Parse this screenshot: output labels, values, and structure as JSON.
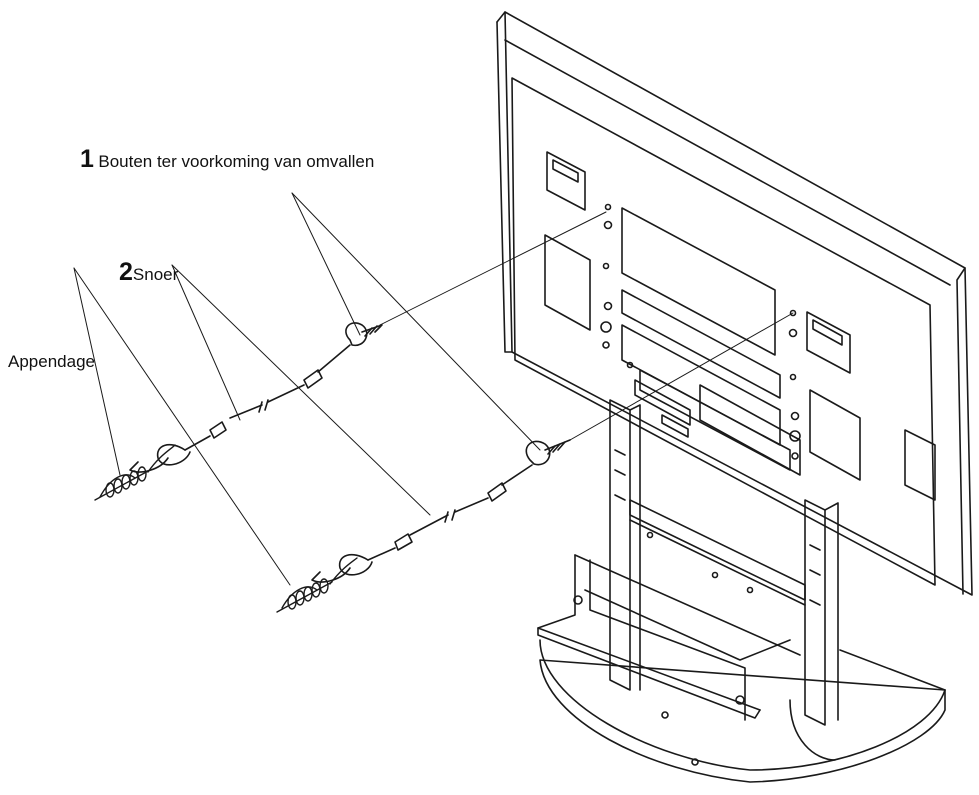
{
  "labels": {
    "bolts": {
      "number": "1",
      "text": "Bouten ter voorkoming van omvallen"
    },
    "cord": {
      "number": "2",
      "text": "Snoer"
    },
    "accessory": {
      "text": "Appendage"
    }
  },
  "colors": {
    "line": "#1a1a1a",
    "background": "#ffffff"
  }
}
